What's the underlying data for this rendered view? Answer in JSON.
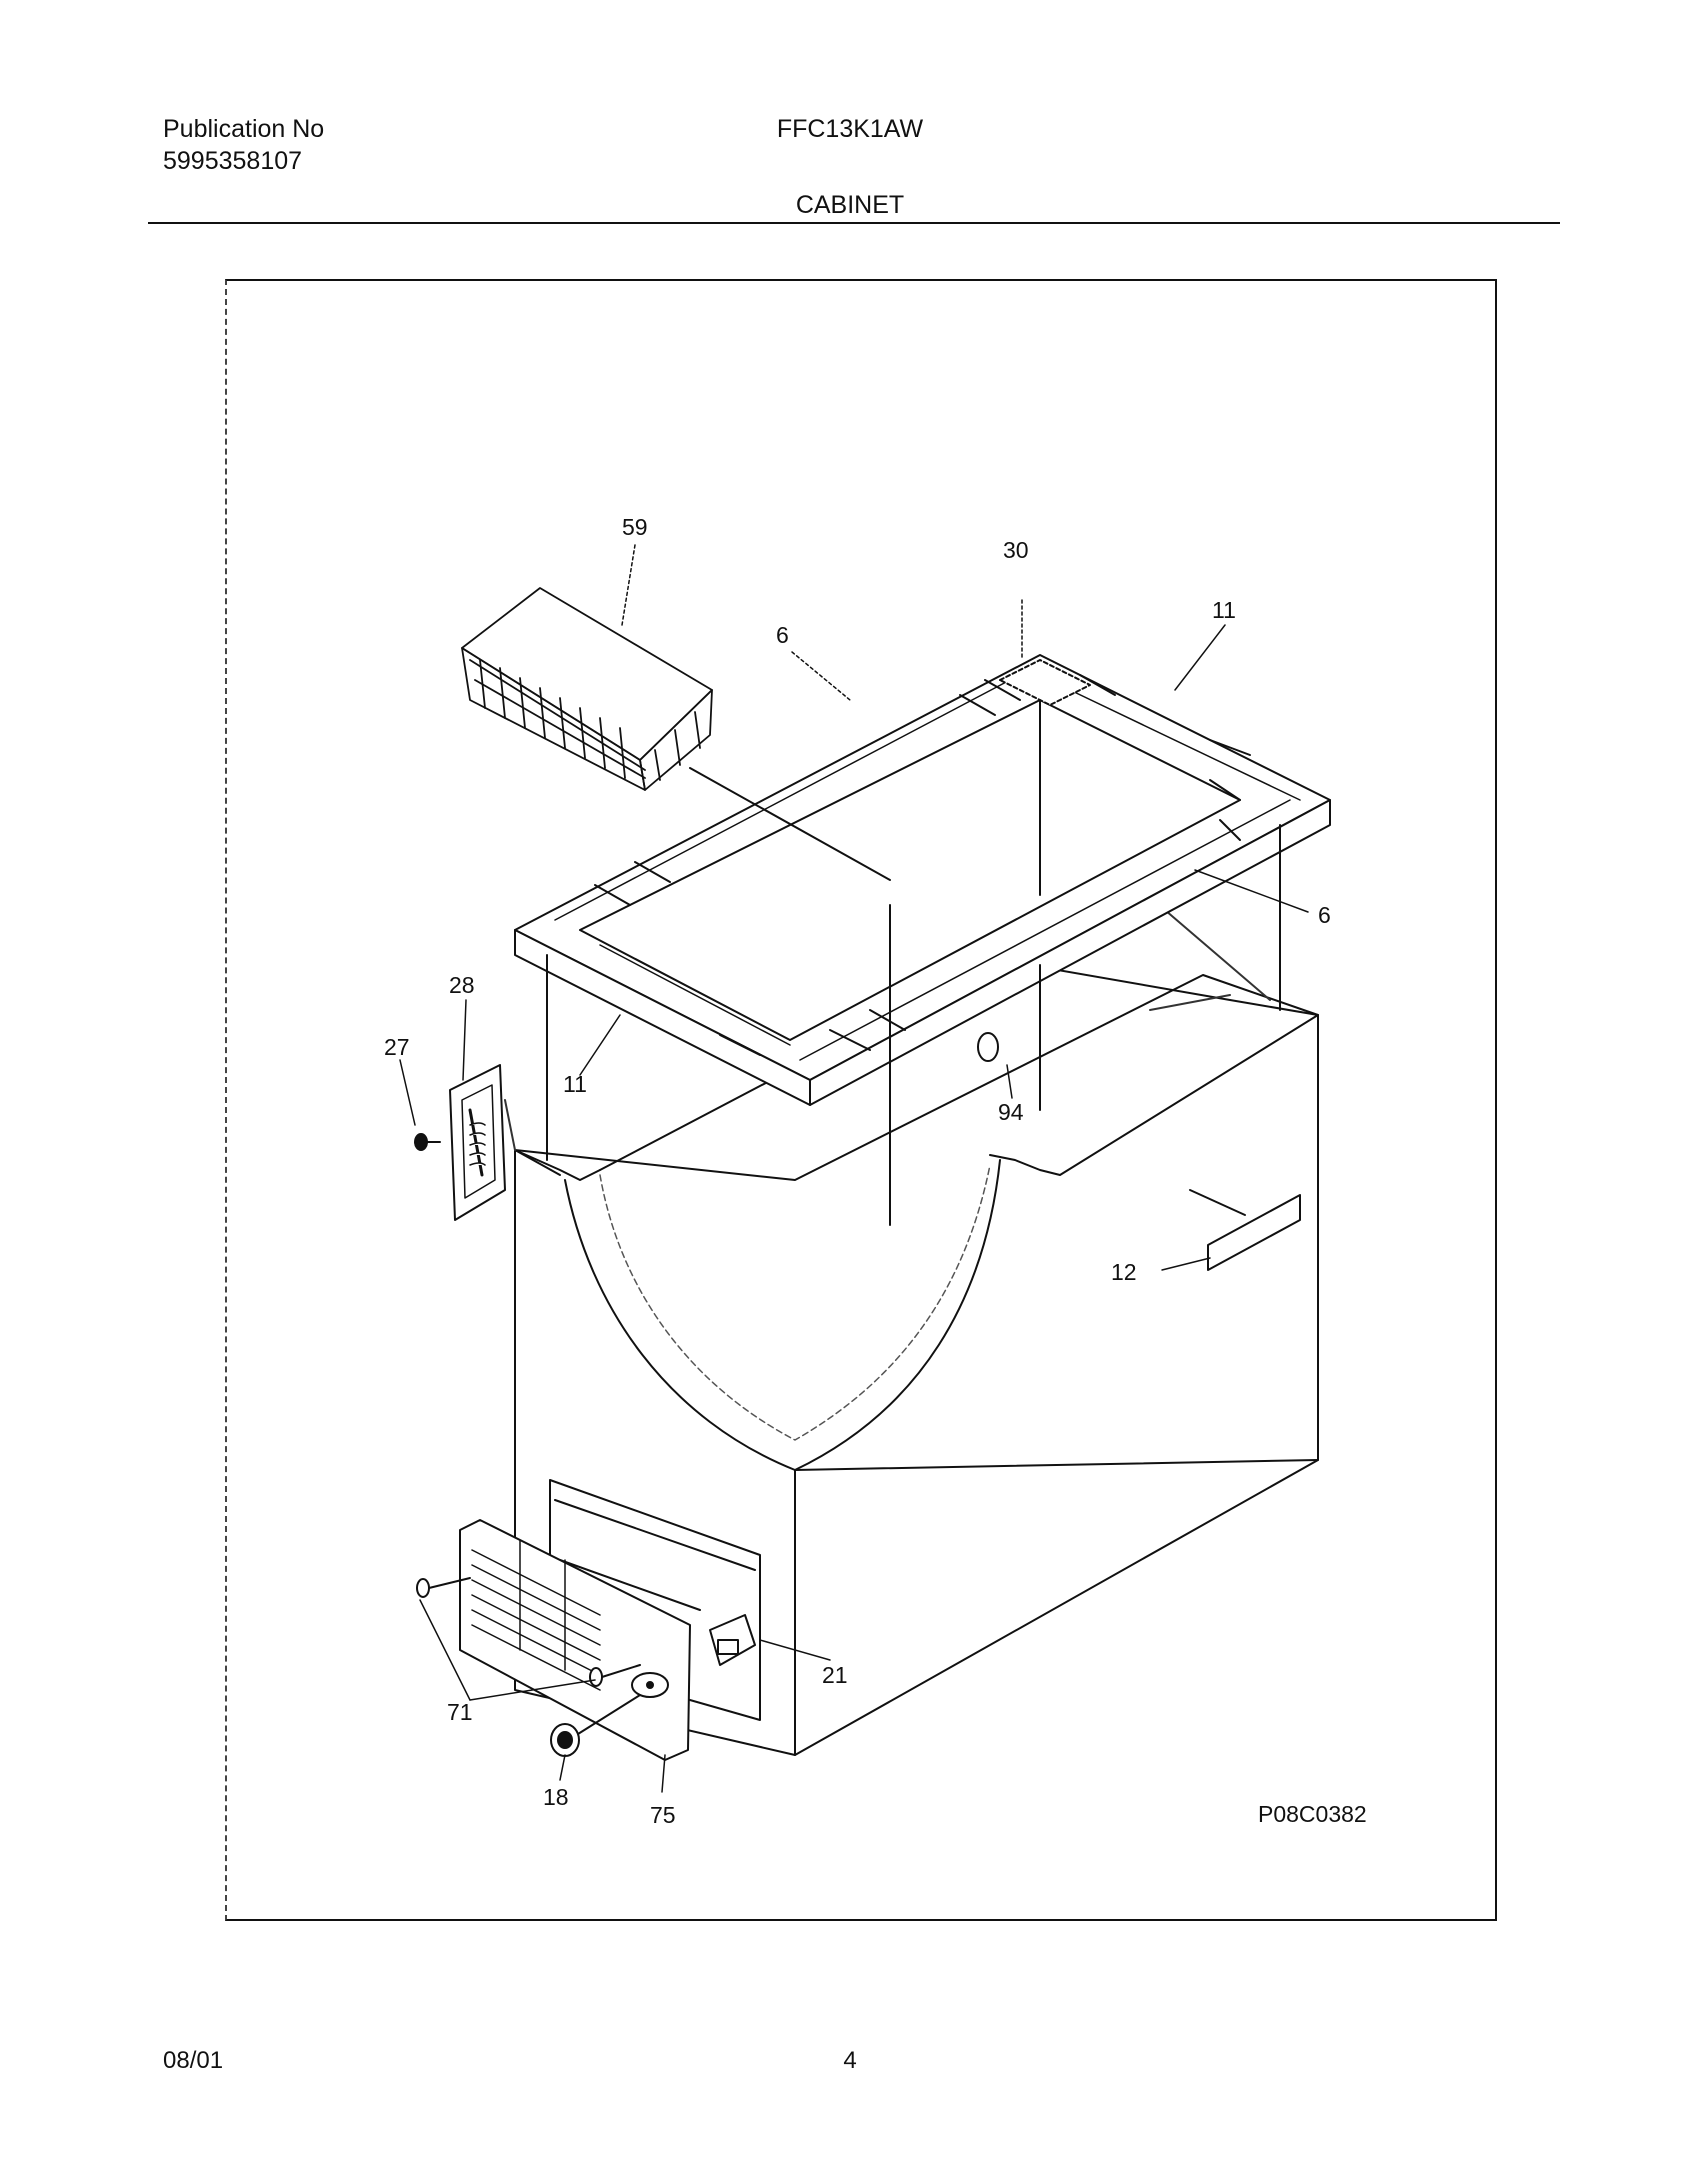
{
  "header": {
    "publication_label": "Publication No",
    "publication_number": "5995358107",
    "model": "FFC13K1AW",
    "section_title": "CABINET"
  },
  "diagram": {
    "callouts": {
      "c59": "59",
      "c30": "30",
      "c6_top": "6",
      "c11_top": "11",
      "c6_right": "6",
      "c28": "28",
      "c27": "27",
      "c11_left": "11",
      "c94": "94",
      "c12": "12",
      "c21": "21",
      "c71": "71",
      "c18": "18",
      "c75": "75"
    },
    "figure_code": "P08C0382"
  },
  "footer": {
    "date": "08/01",
    "page_number": "4"
  }
}
